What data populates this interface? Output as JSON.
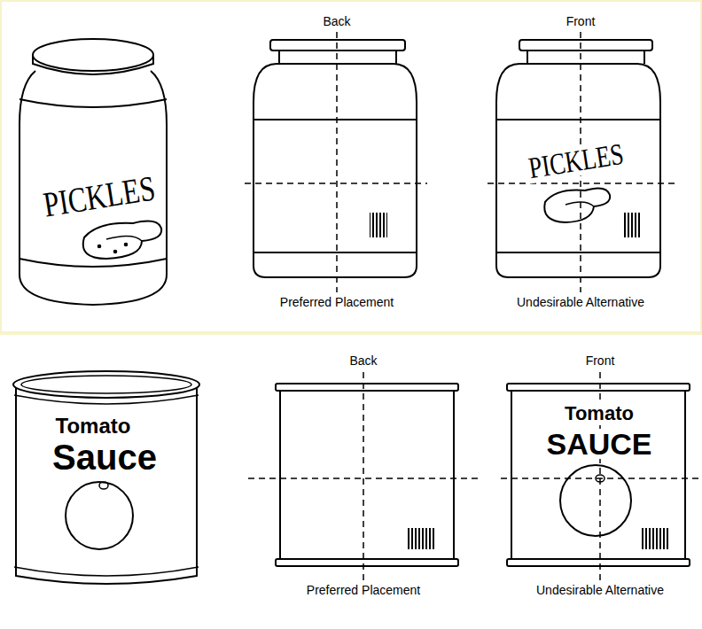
{
  "diagram": {
    "labels": [
      "PICKLES",
      "Back",
      "Front",
      "PICKLES",
      "Preferred Placement",
      "Undesirable Alternative",
      "Tomato",
      "Sauce",
      "Back",
      "Front",
      "Tomato",
      "SAUCE",
      "Preferred Placement",
      "Undesirable Alternative"
    ]
  }
}
